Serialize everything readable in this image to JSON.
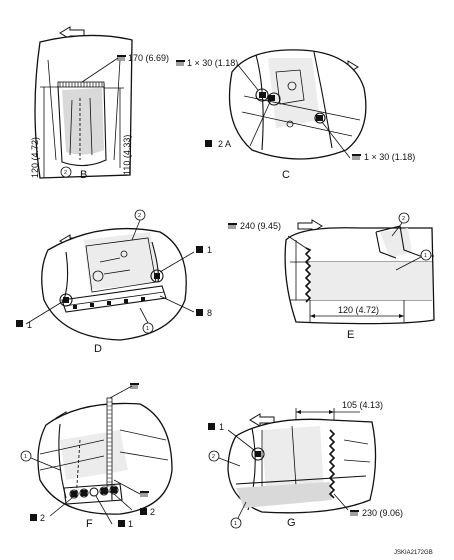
{
  "figure_id": "JSKIA2172GB",
  "panels": [
    {
      "letter": "B",
      "marks": [
        "170 (6.69)",
        "120 (4.72)",
        "110 (4.33)"
      ],
      "callouts": [
        "2"
      ]
    },
    {
      "letter": "C",
      "marks": [
        "1 × 30 (1.18)",
        "2 A",
        "1 × 30 (1.18)"
      ]
    },
    {
      "letter": "D",
      "marks": [
        "1",
        "1",
        "8"
      ],
      "callouts": [
        "2",
        "1"
      ]
    },
    {
      "letter": "E",
      "marks": [
        "240 (9.45)",
        "120 (4.72)"
      ],
      "callouts": [
        "2",
        "1"
      ]
    },
    {
      "letter": "F",
      "marks": [
        "2",
        "2",
        "1"
      ],
      "callouts": [
        "1"
      ]
    },
    {
      "letter": "G",
      "marks": [
        "1",
        "105 (4.13)",
        "230 (9.06)"
      ],
      "callouts": [
        "2",
        "1"
      ]
    }
  ]
}
